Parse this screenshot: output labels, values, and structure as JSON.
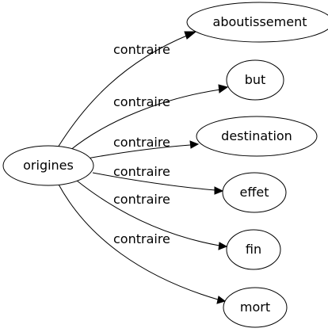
{
  "graph": {
    "source": {
      "label": "origines"
    },
    "edges": [
      {
        "label": "contraire",
        "target": "aboutissement"
      },
      {
        "label": "contraire",
        "target": "but"
      },
      {
        "label": "contraire",
        "target": "destination"
      },
      {
        "label": "contraire",
        "target": "effet"
      },
      {
        "label": "contraire",
        "target": "fin"
      },
      {
        "label": "contraire",
        "target": "mort"
      }
    ]
  }
}
